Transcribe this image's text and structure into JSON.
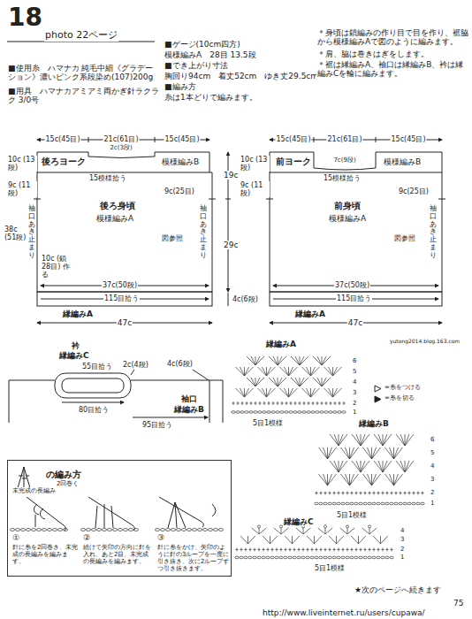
{
  "diagram": {
    "title": "18",
    "nodes": [
      {
        "text": [
          "後ろヨーク",
          "模様編みB"
        ]
      },
      {
        "text": [
          "後ろ身頃",
          "模様編みA",
          "図参照"
        ]
      },
      {
        "text": [
          "115目拾う",
          "縁編みA"
        ]
      },
      {
        "text": [
          "前ヨーク",
          "模様編みB"
        ]
      },
      {
        "text": [
          "前身頃",
          "模様編みA",
          "図参照"
        ]
      },
      {
        "text": [
          "115目拾う",
          "縁編みA"
        ]
      },
      {
        "text": [
          "の編み方",
          "2回巻く",
          "未完成の長編み",
          "①",
          "針に糸を2回巻き、未完成の長編みを編みます。",
          "②",
          "続けて矢印の方向に針を入れ、あと2目、未完成の長編みを編みます。",
          "③",
          "針に糸をかけ、矢印のように針の3ループを一度に引き抜き、次に2ループずつ引き抜きます。"
        ]
      }
    ],
    "labels": [
      "photo 22ページ",
      "■使用糸　ハマナカ 純毛中細《グラデーション》濃いピンク系段染め(107)200g",
      "■用具　ハマナカアミアミ両かぎ針ラクラク 3/0号",
      "■ゲージ(10cm四方)",
      "模様編みA　28目 13.5段",
      "■でき上がり寸法",
      "胸回り94cm　着丈52cm　ゆき丈29.5cm",
      "■編み方",
      "糸は1本どりで編みます。",
      "＊身頃は鎖編みの作り目で目を作り、裾脇から模様編みAで図のように編みます。",
      "＊肩、脇は巻きはぎをします。",
      "＊裾は縁編みA、袖口は縁編みB、衿は縁編みCを輪に編みます。",
      "15c(45目)",
      "21c(61目)",
      "15c(45目)",
      "2c(3段)",
      "10c (13段)",
      "9c (11段)",
      "9c(25目)",
      "15模様拾う",
      "38c (51段)",
      "袖口あき止まり",
      "袖口あき止まり",
      "10c (鎖28目) 作る",
      "37c(50段)",
      "19c",
      "29c",
      "4c(6段)",
      "47c",
      "15c(45目)",
      "21c(61目)",
      "15c(45目)",
      "7c(9段)",
      "10c (13段)",
      "9c (11段)",
      "9c(25目)",
      "15模様拾う",
      "袖口あき止まり",
      "37c(50段)",
      "47c",
      "衿",
      "縁編みC",
      "55目拾う",
      "2c(4段)",
      "4c(6段)",
      "80目拾う",
      "95目拾う",
      "袖口",
      "縁編みB",
      "縁編みA",
      "6",
      "5",
      "4",
      "3",
      "2",
      "1",
      "5目1模様",
      "縁編みB",
      "6",
      "5",
      "4",
      "3",
      "2",
      "1",
      "5目1模様",
      "縁編みC",
      "4",
      "3",
      "2",
      "1",
      "5目1模様",
      "★次のページへ続きます",
      "75",
      "http://www.liveinternet.ru/users/cupawa/",
      "yutong2014.blog.163.com"
    ],
    "legend": [
      {
        "text": "=糸をつける"
      },
      {
        "text": "=糸を切る"
      }
    ]
  }
}
